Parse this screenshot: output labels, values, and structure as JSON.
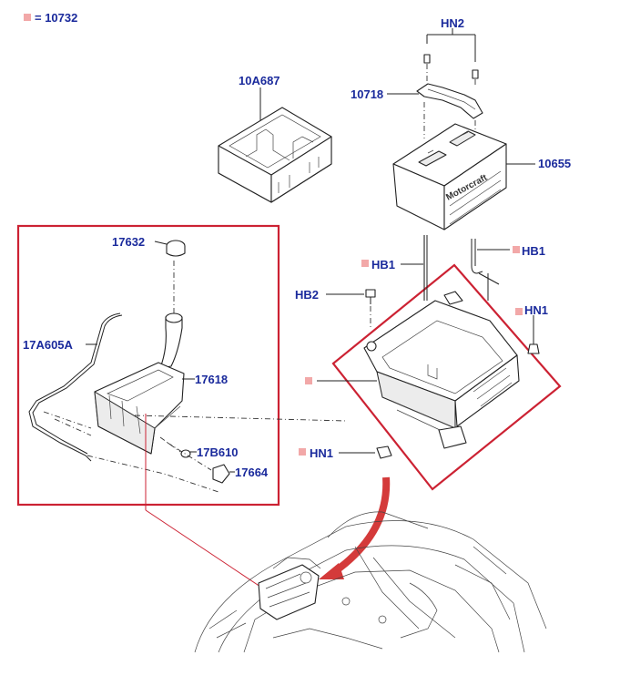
{
  "legend": {
    "marker_color": "#f2a8a8",
    "text": "= 10732"
  },
  "colors": {
    "label": "#1a2a9c",
    "frame": "#cc2233",
    "marker": "#f2a8a8"
  },
  "labels": {
    "hn2": "HN2",
    "p10A687": "10A687",
    "p10718": "10718",
    "p10655": "10655",
    "p17632": "17632",
    "hb1_left": "HB1",
    "hb1_right": "HB1",
    "hb2": "HB2",
    "hn1_top": "HN1",
    "p17A605A": "17A605A",
    "p17618": "17618",
    "p17B610": "17B610",
    "p17664": "17664",
    "hn1_bottom": "HN1"
  }
}
